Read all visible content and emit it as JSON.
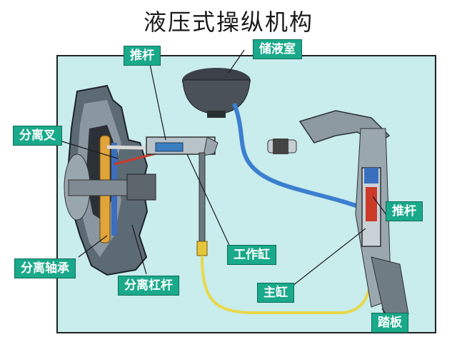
{
  "title": "液压式操纵机构",
  "labels": {
    "push_rod_top": "推杆",
    "reservoir": "储液室",
    "fork": "分离叉",
    "release_bearing": "分离轴承",
    "release_lever": "分离杠杆",
    "slave_cylinder": "工作缸",
    "push_rod_right": "推杆",
    "master_cylinder": "主缸",
    "pedal": "踏板"
  },
  "colors": {
    "panel": "#c9ecec",
    "label_bg": "#1aa98a",
    "hydraulic_line": "#3b7fd0",
    "flex_hose": "#e8d84a"
  }
}
